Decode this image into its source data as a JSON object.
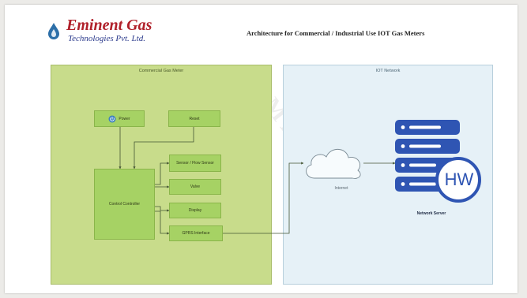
{
  "header": {
    "brand_name": "Eminent Gas",
    "brand_tagline": "Technologies Pvt. Ltd.",
    "diagram_title": "Architecture for Commercial / Industrial Use IOT Gas Meters"
  },
  "panels": {
    "meter_label": "Commercial Gas Meter",
    "iot_label": "IOT Network"
  },
  "nodes": {
    "power": "Power",
    "reset": "Reset",
    "sensor": "Sensor / Flow Sensor",
    "valve": "Valve",
    "display": "Display",
    "gprs": "GPRS Interface",
    "controller": "Control Controller"
  },
  "network": {
    "cloud_label": "Internet",
    "server_badge": "HW",
    "server_label": "Network Server"
  },
  "colors": {
    "meter_panel": "#c8dc8b",
    "iot_panel": "#e6f1f7",
    "node_fill": "#a6d264",
    "server": "#2f55b3",
    "brand": "#b0202a"
  }
}
